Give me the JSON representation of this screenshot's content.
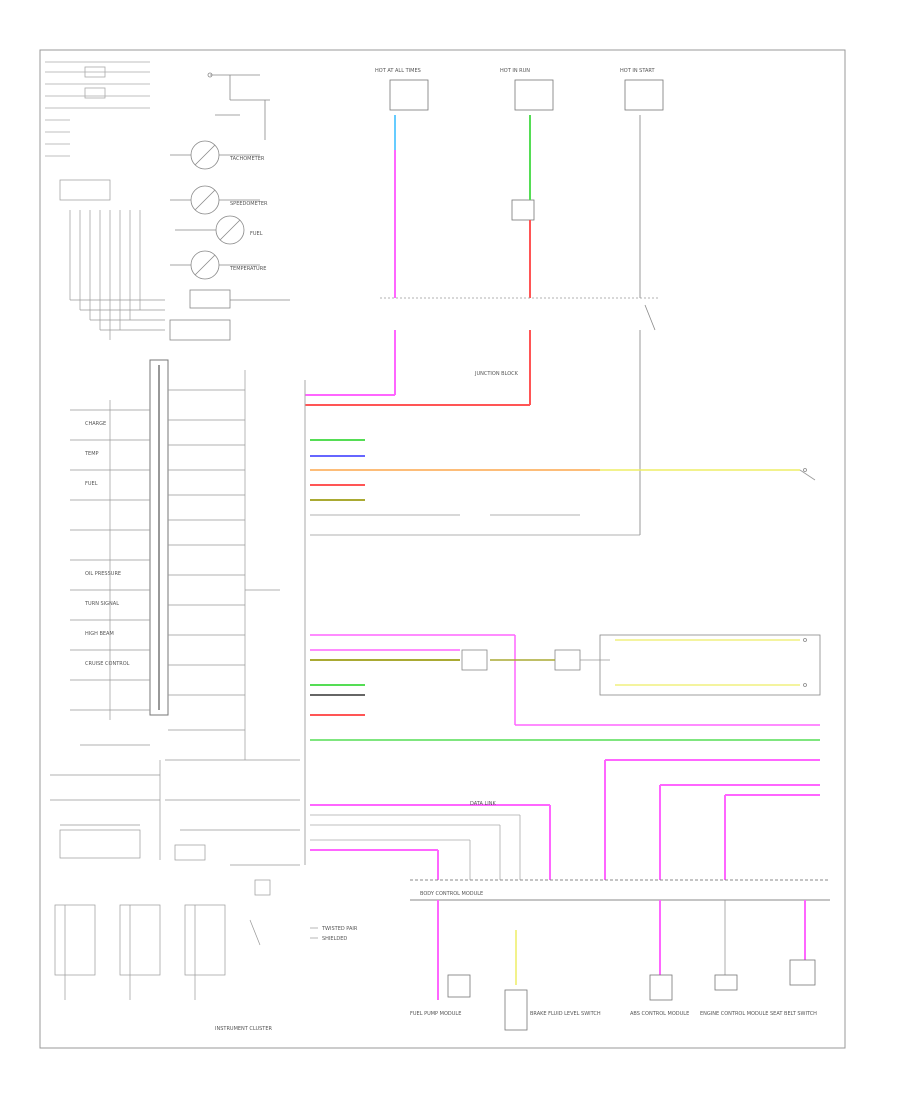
{
  "diagram": {
    "footer_label": "INSTRUMENT CLUSTER",
    "left_column_labels": [
      "CHARGE",
      "TEMP",
      "FUEL",
      "OIL PRESSURE",
      "TURN SIGNAL",
      "HIGH BEAM",
      "CRUISE CONTROL"
    ],
    "gauge_labels": [
      "TACHOMETER",
      "SPEEDOMETER",
      "FUEL",
      "TEMPERATURE"
    ],
    "top_box_labels": [
      "HOT AT ALL TIMES",
      "HOT IN RUN",
      "HOT IN START"
    ],
    "connector_labels": [
      "JUNCTION BLOCK",
      "DATA LINK",
      "BODY CONTROL MODULE"
    ],
    "component_labels": [
      "FUEL PUMP MODULE",
      "BRAKE FLUID LEVEL SWITCH",
      "ABS CONTROL MODULE",
      "ENGINE CONTROL MODULE",
      "SEAT BELT SWITCH"
    ],
    "legend": [
      "TWISTED PAIR",
      "SHIELDED"
    ],
    "wire_colors": {
      "pink": "#ff66ff",
      "green": "#55dd55",
      "cyan": "#66ccff",
      "red": "#ff5555",
      "yellow": "#eeee66",
      "orange": "#ffaa66",
      "grey": "#cccccc",
      "black": "#333333"
    }
  }
}
